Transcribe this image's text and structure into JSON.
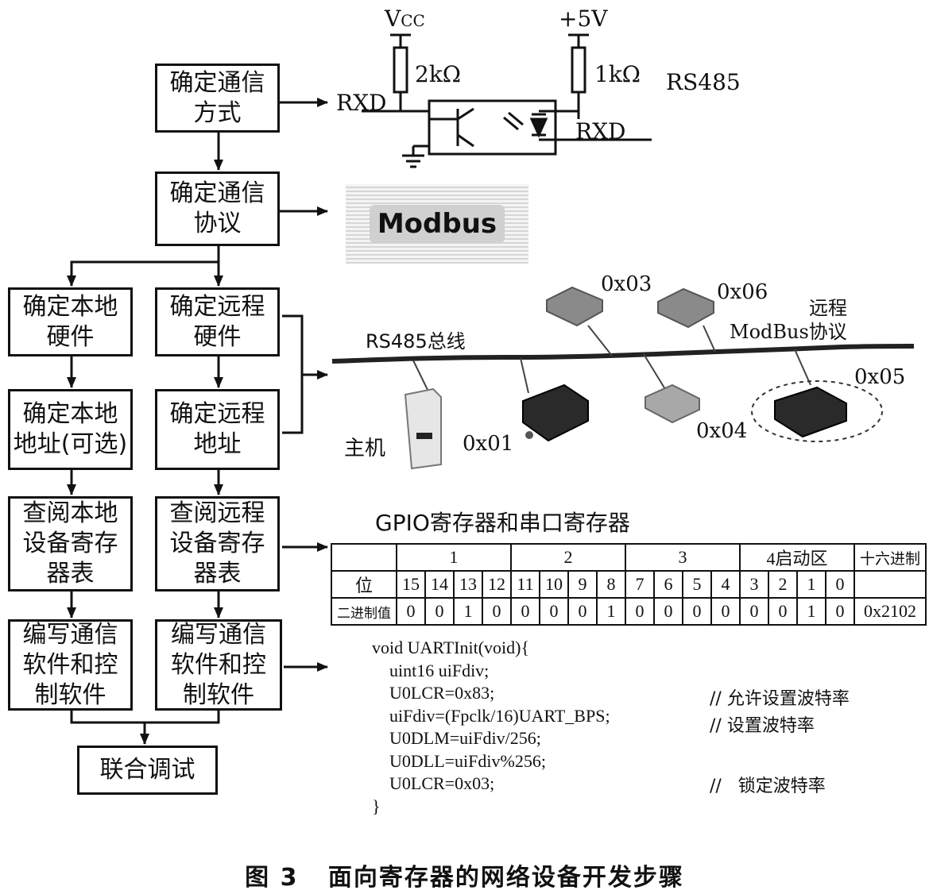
{
  "flow": {
    "comm_mode": "确定通信\n方式",
    "comm_protocol": "确定通信\n协议",
    "local_hw": "确定本地\n硬件",
    "remote_hw": "确定远程\n硬件",
    "local_addr": "确定本地\n地址(可选)",
    "remote_addr": "确定远程\n地址",
    "local_reg": "查阅本地\n设备寄存\n器表",
    "remote_reg": "查阅远程\n设备寄存\n器表",
    "local_sw": "编写通信\n软件和控\n制软件",
    "remote_sw": "编写通信\n软件和控\n制软件",
    "joint": "联合调试"
  },
  "circuit": {
    "vcc_main": "V",
    "vcc_sub": "CC",
    "plus5v": "+5V",
    "r1": "2kΩ",
    "r2": "1kΩ",
    "rxd_left": "RXD",
    "rxd_right": "RXD",
    "rs485": "RS485"
  },
  "modbus_logo": "Modbus",
  "network": {
    "bus_label": "RS485总线",
    "host_label": "主机",
    "remote_label_line1": "远程",
    "remote_label_line2": "ModBus协议",
    "addresses": {
      "a01": "0x01",
      "a03": "0x03",
      "a04": "0x04",
      "a05": "0x05",
      "a06": "0x06"
    }
  },
  "register_table": {
    "title": "GPIO寄存器和串口寄存器",
    "groups": [
      "1",
      "2",
      "3",
      "4启动区"
    ],
    "hex_header": "十六进制",
    "bit_row_label": "位",
    "bits": [
      "15",
      "14",
      "13",
      "12",
      "11",
      "10",
      "9",
      "8",
      "7",
      "6",
      "5",
      "4",
      "3",
      "2",
      "1",
      "0"
    ],
    "bin_row_label": "二进制值",
    "binary": [
      "0",
      "0",
      "1",
      "0",
      "0",
      "0",
      "0",
      "1",
      "0",
      "0",
      "0",
      "0",
      "0",
      "0",
      "1",
      "0"
    ],
    "hex_value": "0x2102"
  },
  "code": {
    "lines": [
      "void UARTInit(void){",
      "    uint16 uiFdiv;",
      "    U0LCR=0x83;",
      "    uiFdiv=(Fpclk/16)UART_BPS;",
      "    U0DLM=uiFdiv/256;",
      "    U0DLL=uiFdiv%256;",
      "    U0LCR=0x03;",
      "}"
    ],
    "comment1": "// 允许设置波特率",
    "comment2": "// 设置波特率",
    "comment3": "//   锁定波特率"
  },
  "caption": "图 3   面向寄存器的网络设备开发步骤"
}
